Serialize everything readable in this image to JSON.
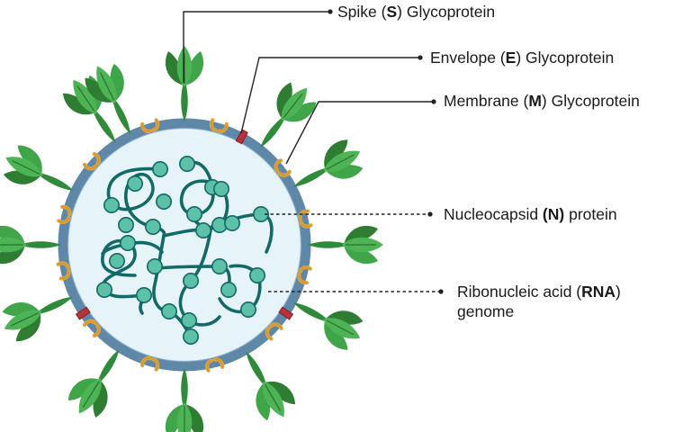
{
  "colors": {
    "membrane_ring": "#5e87a8",
    "interior": "#e6f4fa",
    "spike_light": "#3fa548",
    "spike_dark": "#2e7d32",
    "membrane_protein": "#e1a43a",
    "envelope_protein": "#b8323b",
    "rna_strand": "#136966",
    "nucleocapsid_bead": "#5cc1a7"
  },
  "labels": {
    "spike": {
      "pre": "Spike (",
      "bold": "S",
      "post": ") Glycoprotein"
    },
    "envelope": {
      "pre": "Envelope (",
      "bold": "E",
      "post": ") Glycoprotein"
    },
    "membrane": {
      "pre": "Membrane (",
      "bold": "M",
      "post": ") Glycoprotein"
    },
    "nucleocapsid": {
      "pre": "Nucleocapsid ",
      "bold": "(N)",
      "post": " protein"
    },
    "rna": {
      "pre": "Ribonucleic acid (",
      "bold": "RNA",
      "post": ")",
      "line2": "genome"
    }
  }
}
